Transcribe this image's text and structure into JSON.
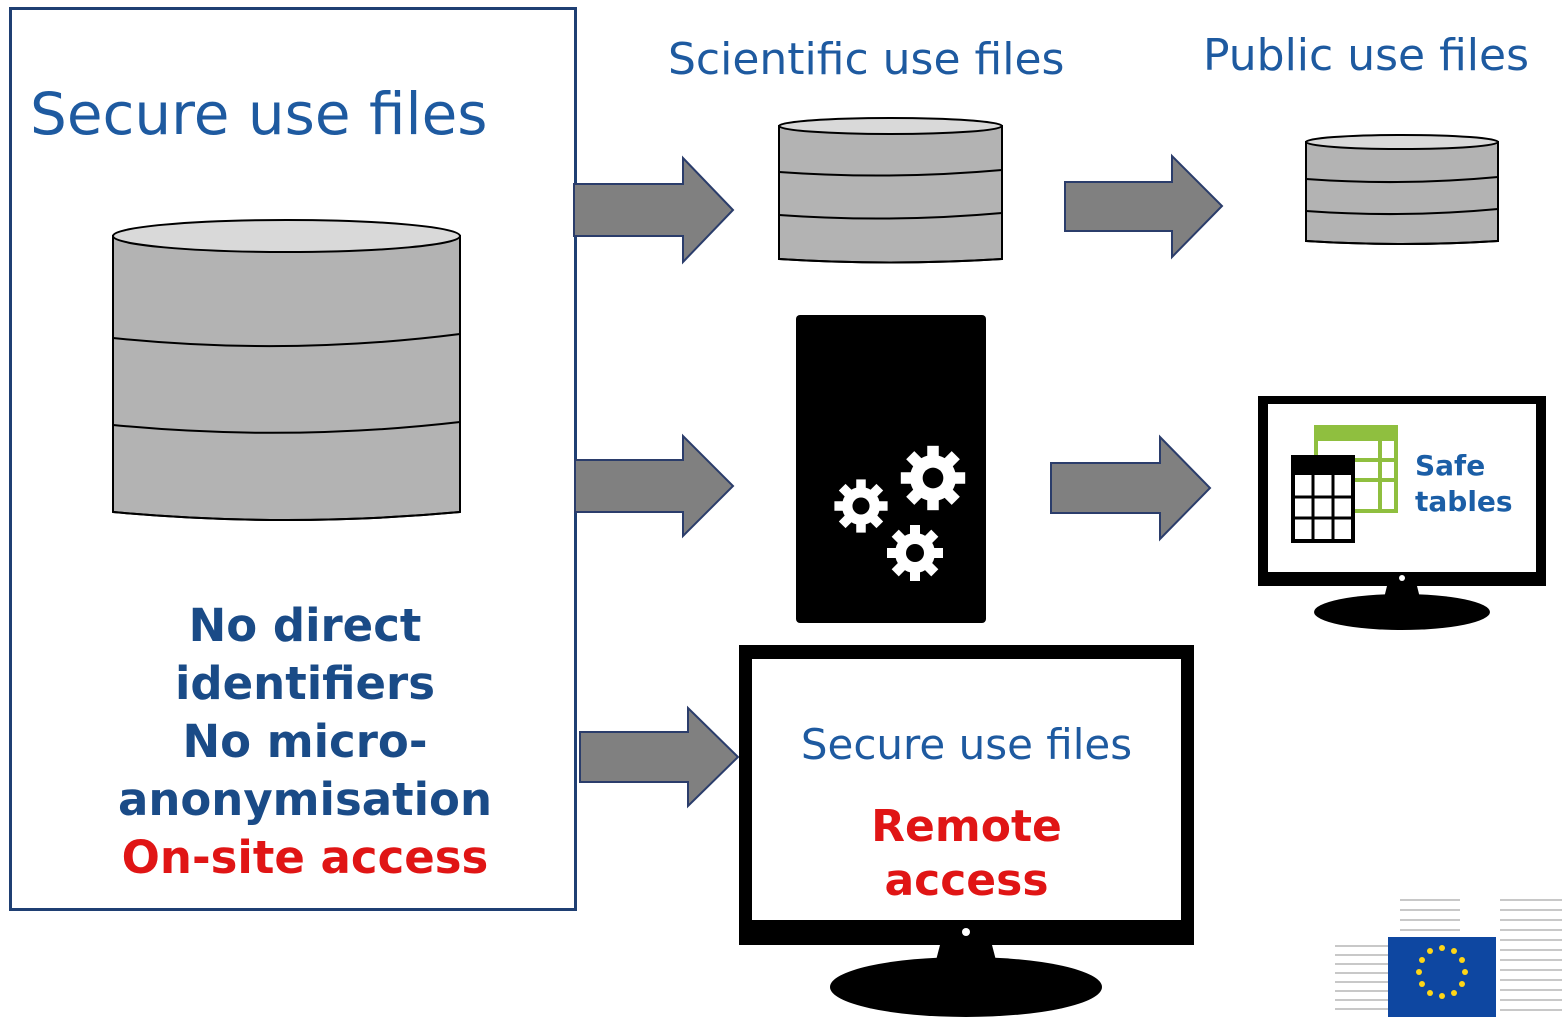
{
  "secure_box": {
    "title": "Secure use files",
    "line1": "No direct",
    "line2": "identifiers",
    "line3": "No micro-",
    "line4": "anonymisation",
    "line5": "On-site access"
  },
  "scientific_title": "Scientific use files",
  "public_title": "Public use files",
  "safe_tables": {
    "line1": "Safe",
    "line2": "tables"
  },
  "remote_monitor": {
    "title": "Secure use files",
    "line1": "Remote",
    "line2": "access"
  },
  "colors": {
    "blue_text": "#1e5aa0",
    "dark_blue": "#1a4b87",
    "red": "#e01515",
    "db_gray": "#b3b3b3",
    "arrow_gray": "#808080",
    "arrow_outline": "#2b3d6b",
    "green": "#8fbf3f",
    "eu_blue": "#0e47a1",
    "eu_yellow": "#ffd617"
  },
  "icons": [
    "database-icon",
    "arrow-right-icon",
    "gears-icon",
    "monitor-icon",
    "table-icon",
    "eu-flag-icon"
  ]
}
